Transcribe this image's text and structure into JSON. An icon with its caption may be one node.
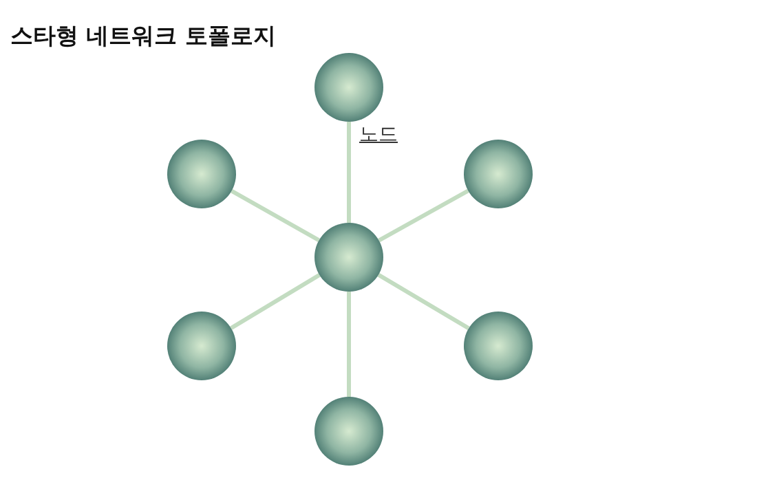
{
  "diagram": {
    "title": "스타형 네트워크 토폴로지",
    "nodes": [
      {
        "text": [],
        "shape": "circle"
      },
      {
        "text": [],
        "shape": "circle"
      },
      {
        "text": [],
        "shape": "circle"
      },
      {
        "text": [],
        "shape": "circle"
      },
      {
        "text": [],
        "shape": "circle"
      },
      {
        "text": [],
        "shape": "circle"
      },
      {
        "text": [],
        "shape": "circle"
      }
    ],
    "edges": [
      {
        "from": 3,
        "to": 0,
        "arrow": "none"
      },
      {
        "from": 3,
        "to": 1,
        "arrow": "none"
      },
      {
        "from": 3,
        "to": 2,
        "arrow": "none"
      },
      {
        "from": 3,
        "to": 4,
        "arrow": "none"
      },
      {
        "from": 3,
        "to": 5,
        "arrow": "none"
      },
      {
        "from": 3,
        "to": 6,
        "arrow": "none"
      }
    ],
    "labels": [
      "노드"
    ]
  }
}
